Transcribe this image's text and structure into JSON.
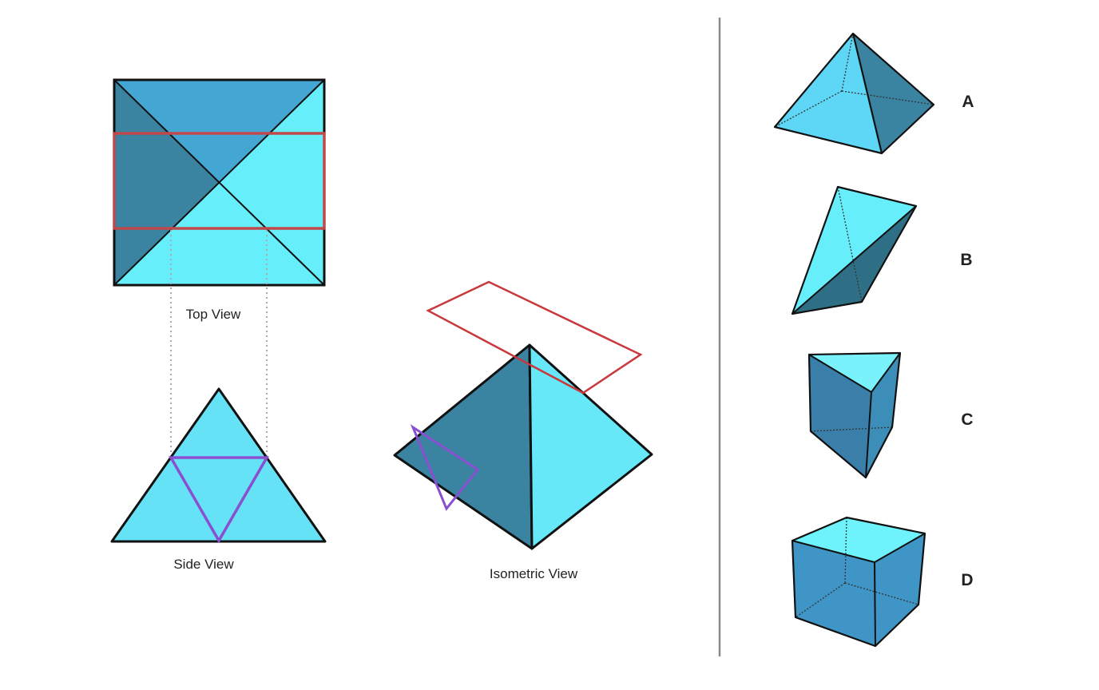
{
  "labels": {
    "top_view": "Top View",
    "side_view": "Side View",
    "isometric_view": "Isometric View"
  },
  "options": [
    {
      "letter": "A",
      "shape": "square pyramid"
    },
    {
      "letter": "B",
      "shape": "tetrahedron"
    },
    {
      "letter": "C",
      "shape": "triangular prism"
    },
    {
      "letter": "D",
      "shape": "cube"
    }
  ],
  "colors": {
    "light_face": "#66EEFA",
    "mid_face": "#44A7D3",
    "dark_face": "#3A84A1",
    "darkest_face": "#2E6F85",
    "section_top": "#C0484B",
    "section_side": "#8A4FD0",
    "outline": "#111111",
    "divider": "#8a8a8a"
  }
}
